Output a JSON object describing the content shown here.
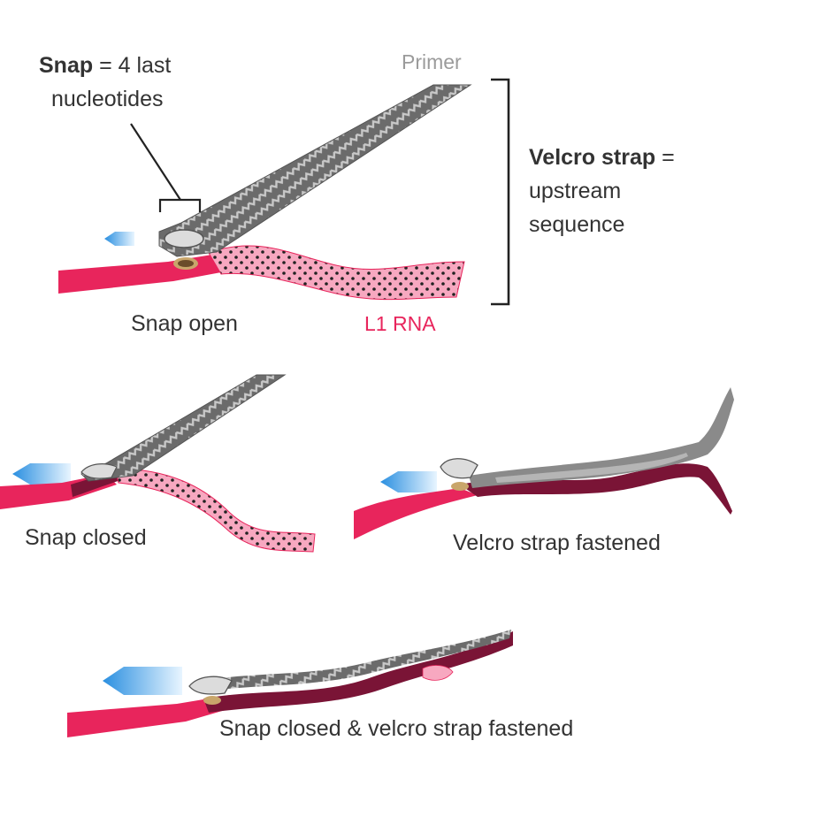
{
  "labels": {
    "snap_bold": "Snap",
    "snap_rest": " = 4 last",
    "snap_line2": "nucleotides",
    "primer": "Primer",
    "velcro_bold": "Velcro strap",
    "velcro_eq": " =",
    "velcro_line2": "upstream",
    "velcro_line3": "sequence",
    "snap_open": "Snap open",
    "l1_rna": "L1 RNA",
    "snap_closed": "Snap closed",
    "velcro_fastened": "Velcro strap fastened",
    "both": "Snap closed & velcro strap fastened"
  },
  "colors": {
    "rna": "#e8255c",
    "rna_light": "#f7a8c0",
    "rna_dark": "#7a1436",
    "primer": "#6b6b6b",
    "primer_light": "#a8a8a8",
    "arrow": "#5ab8f0",
    "text": "#333333",
    "primer_label": "#9b9b9b"
  }
}
